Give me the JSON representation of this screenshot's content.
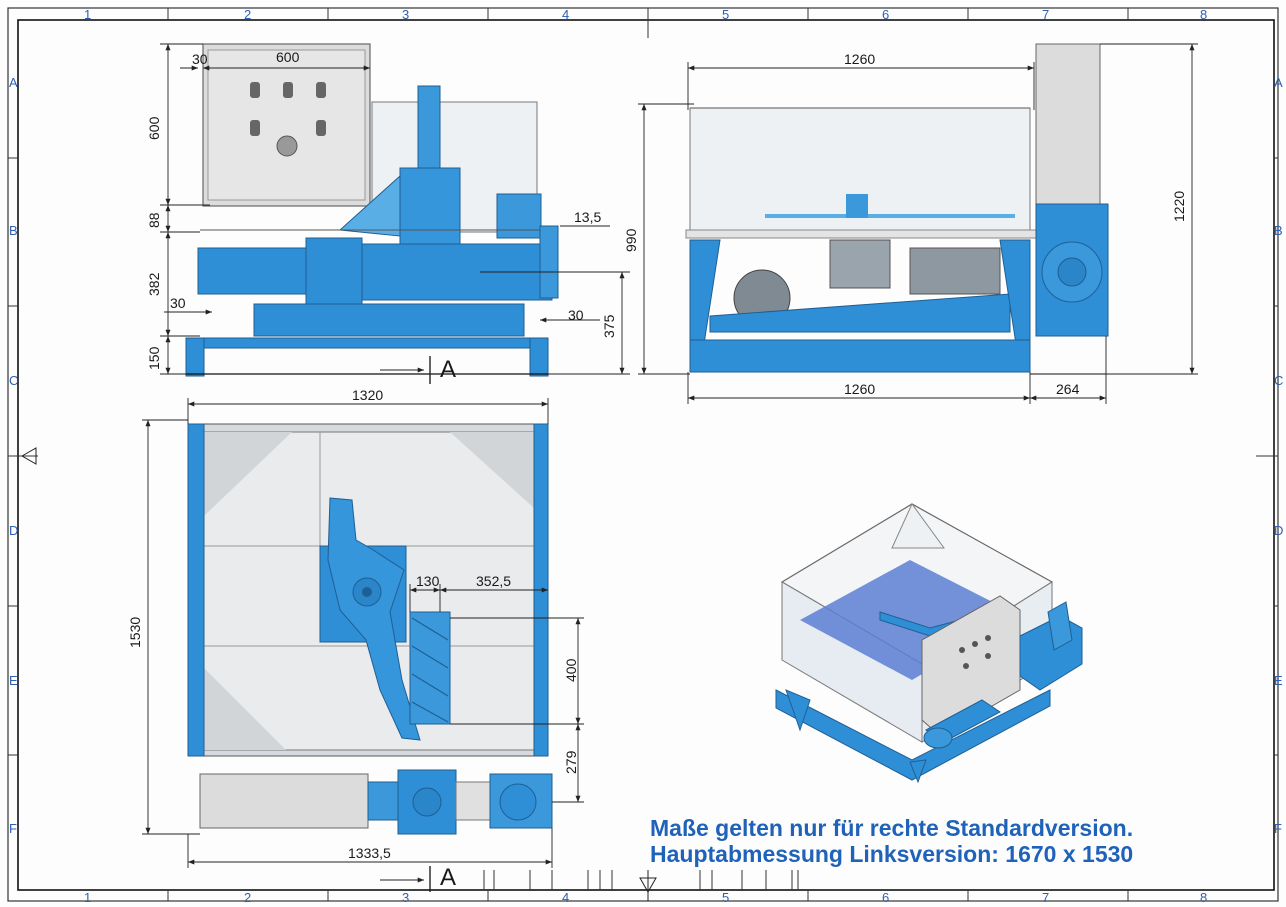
{
  "grid": {
    "columns": [
      "1",
      "2",
      "3",
      "4",
      "5",
      "6",
      "7",
      "8"
    ],
    "rows": [
      "A",
      "B",
      "C",
      "D",
      "E",
      "F"
    ]
  },
  "section_marker": "A",
  "dimensions": {
    "front": {
      "width": "600",
      "offset_left": "30",
      "panel_height": "600",
      "gap": "88",
      "body_height": "382",
      "frame_offset": "30",
      "foot": "150",
      "flange": "13,5",
      "right_offset": "30",
      "right_height": "375"
    },
    "side": {
      "top_length": "1260",
      "total_height": "990",
      "overall_height": "1220",
      "bottom_length": "1260",
      "motor_width": "264"
    },
    "top": {
      "width": "1320",
      "depth": "1530",
      "screw_offset": "130",
      "screw_to_edge": "352,5",
      "screw_length": "400",
      "screw_to_bottom": "279",
      "overall_width": "1333,5"
    }
  },
  "note": {
    "line1": "Maße gelten nur für rechte Standardversion.",
    "line2": "Hauptabmessung Linksversion: 1670 x 1530"
  },
  "colors": {
    "machine_blue": "#2f8fd6",
    "panel_grey": "#d8d8d8",
    "note_blue": "#1f62b9",
    "grid_blue": "#2f5fb3"
  }
}
